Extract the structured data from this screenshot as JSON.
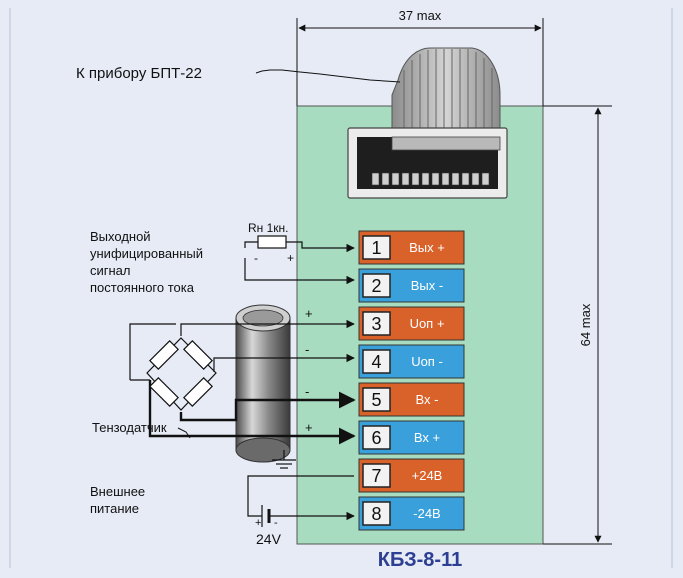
{
  "dimension_width": "37 max",
  "dimension_height": "64 max",
  "cable_label": "К прибору БПТ-22",
  "resistor_label": "Rн  1кн.",
  "resistor_minus": "-",
  "resistor_plus": "+",
  "output_signal_label": [
    "Выходной",
    "унифицированный",
    "сигнал",
    "постоянного тока"
  ],
  "sensor_label": "Тензодатчик",
  "power_label": [
    "Внешнее",
    "питание"
  ],
  "battery_plus": "+",
  "battery_minus": "-",
  "battery_voltage": "24V",
  "model_label": "КБЗ-8-11",
  "terminals": [
    {
      "num": "1",
      "label": "Вых +"
    },
    {
      "num": "2",
      "label": "Вых -"
    },
    {
      "num": "3",
      "label": "Uоп +"
    },
    {
      "num": "4",
      "label": "Uоп -"
    },
    {
      "num": "5",
      "label": "Вх -"
    },
    {
      "num": "6",
      "label": "Вх +"
    },
    {
      "num": "7",
      "label": "+24В"
    },
    {
      "num": "8",
      "label": "-24В"
    }
  ],
  "wire_signs": [
    "+",
    "-",
    "-",
    "+"
  ],
  "colors": {
    "background": "#e6ebf6",
    "board": "#a8dcc0",
    "terminal_orange": "#d9622b",
    "terminal_blue": "#3aa0db",
    "title": "#2c3f92"
  }
}
